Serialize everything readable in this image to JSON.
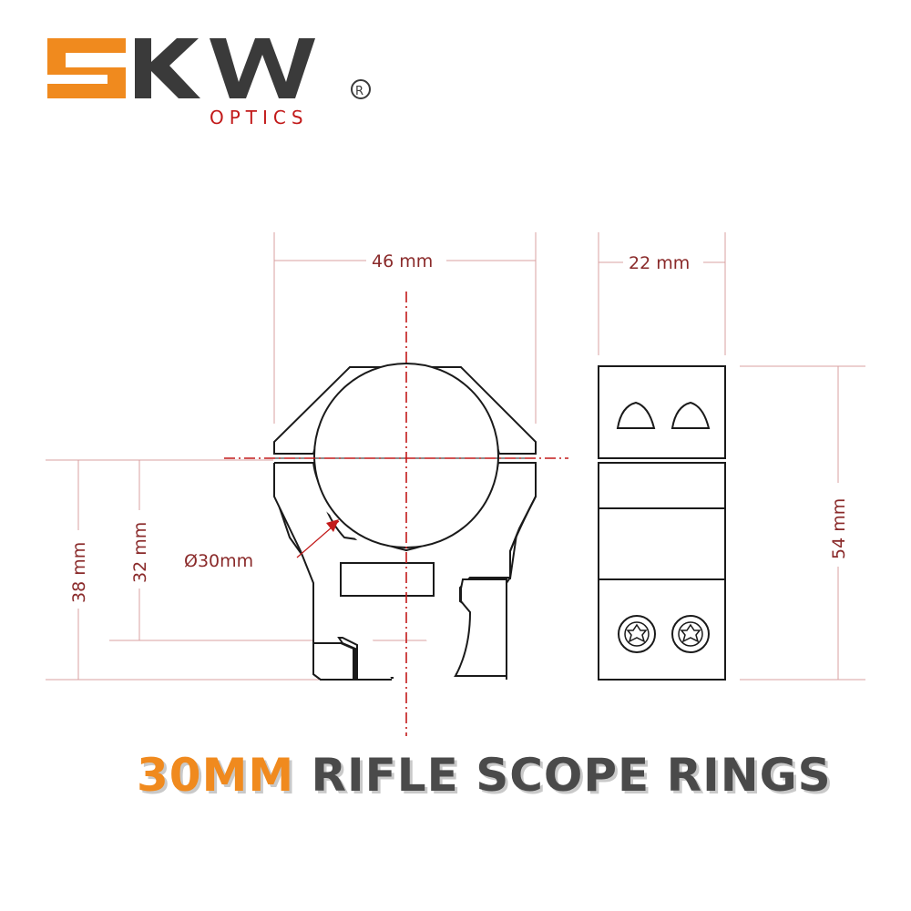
{
  "brand": {
    "logo_text": "SKW",
    "sub_text": "OPTICS",
    "registered_mark": "R",
    "colors": {
      "orange": "#f08a1e",
      "dark": "#3a3a3a"
    }
  },
  "dimensions": {
    "width_front": "46 mm",
    "width_side": "22 mm",
    "height_total": "54 mm",
    "height_38": "38 mm",
    "height_32": "32 mm",
    "tube_diameter": "Ø30mm"
  },
  "title": {
    "highlight": "30MM",
    "rest": "RIFLE SCOPE RINGS",
    "colors": {
      "highlight": "#f08a1e",
      "rest": "#4a4a4a"
    }
  },
  "colors": {
    "dimension": "#c21a1a",
    "outline": "#1a1a1a"
  },
  "icons": [
    "arrow-head-icon",
    "torx-screw-icon",
    "registered-icon"
  ]
}
